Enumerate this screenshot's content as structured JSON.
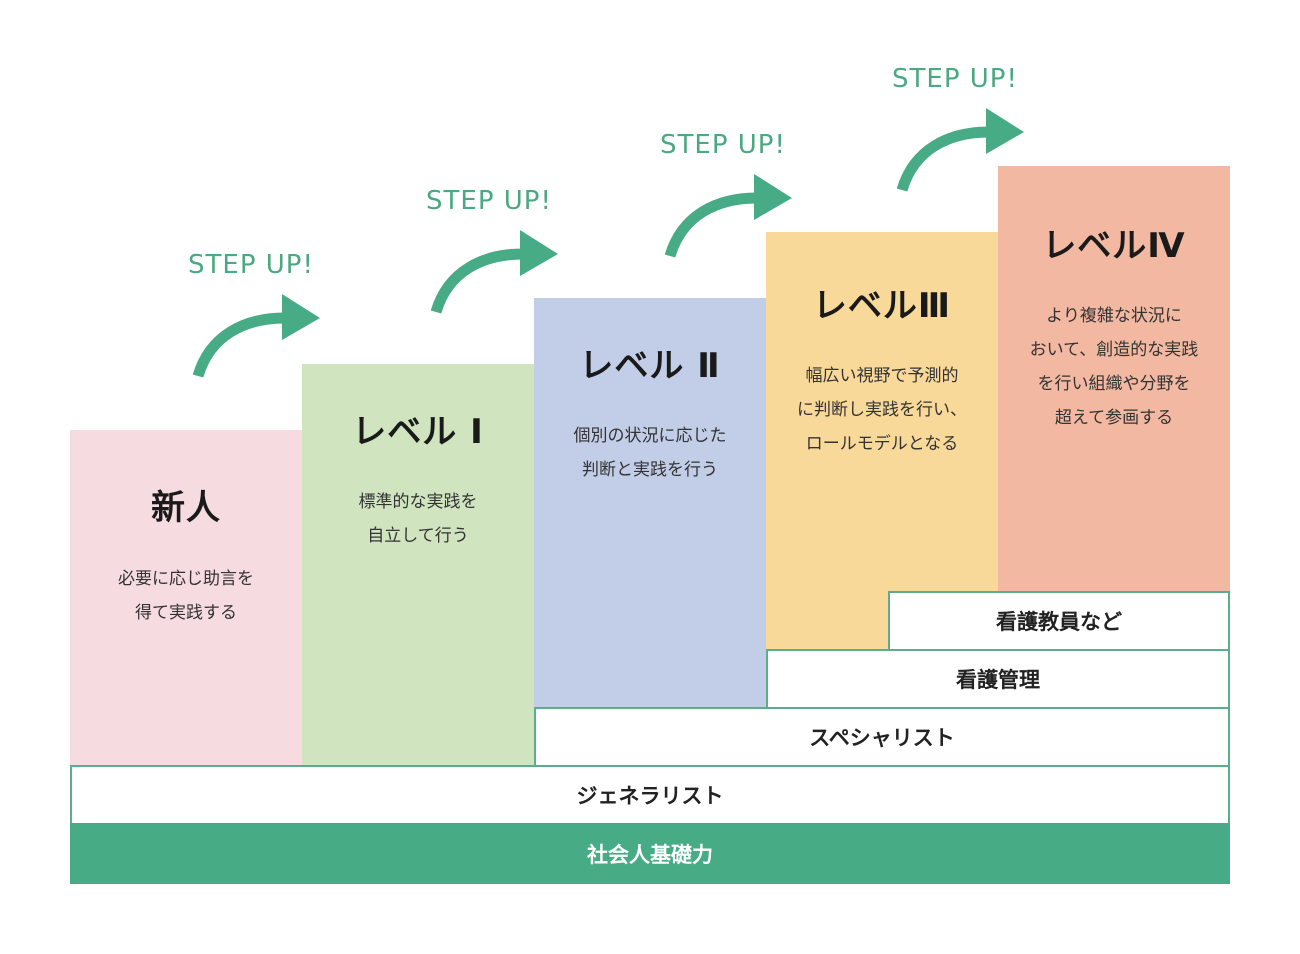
{
  "colors": {
    "accent": "#47ab85",
    "tier_border": "#5aaf8a",
    "newcomer": "#f6dbe0",
    "level1": "#d0e4c0",
    "level2": "#c2cde8",
    "level3": "#f8d99a",
    "level4": "#f3b8a1"
  },
  "steps": [
    {
      "title": "新人",
      "desc": "必要に応じ助言を\n得て実践する"
    },
    {
      "title": "レベル Ⅰ",
      "desc": "標準的な実践を\n自立して行う"
    },
    {
      "title": "レベル Ⅱ",
      "desc": "個別の状況に応じた\n判断と実践を行う"
    },
    {
      "title": "レベルⅢ",
      "desc": "幅広い視野で予測的\nに判断し実践を行い、\nロールモデルとなる"
    },
    {
      "title": "レベルⅣ",
      "desc": "より複雑な状況に\nおいて、創造的な実践\nを行い組織や分野を\n超えて参画する"
    }
  ],
  "step_up_label": "STEP UP!",
  "tiers": {
    "educator": "看護教員など",
    "management": "看護管理",
    "specialist": "スペシャリスト",
    "generalist": "ジェネラリスト",
    "foundation": "社会人基礎力"
  }
}
